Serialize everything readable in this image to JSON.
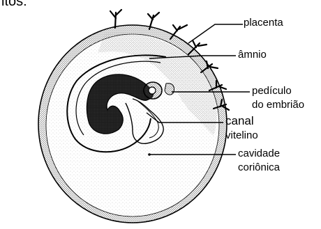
{
  "top_fragment": "itos:",
  "labels": {
    "placenta": "placenta",
    "amnio": "âmnio",
    "pediculo_line1": "pedículo",
    "pediculo_line2": "do embrião",
    "canal_line1": "canal",
    "canal_line2": "vitelino",
    "cavidade_line1": "cavidade",
    "cavidade_line2": "coriônica"
  }
}
